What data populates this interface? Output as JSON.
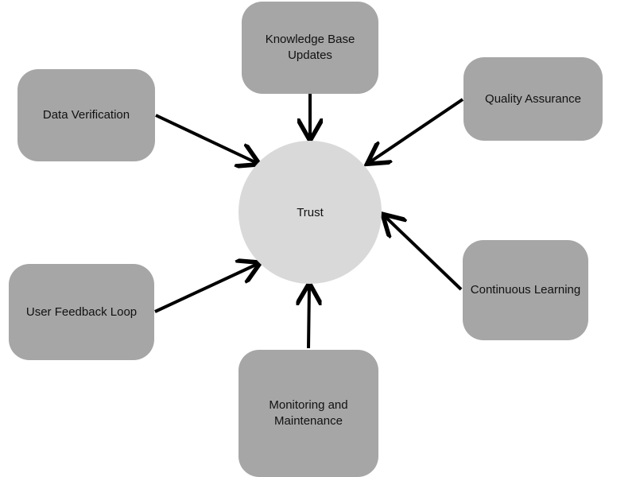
{
  "center": {
    "label": "Trust"
  },
  "nodes": {
    "knowledge": {
      "label": "Knowledge Base\nUpdates"
    },
    "verification": {
      "label": "Data Verification"
    },
    "quality": {
      "label": "Quality Assurance"
    },
    "feedback": {
      "label": "User Feedback Loop"
    },
    "learning": {
      "label": "Continuous Learning"
    },
    "monitoring": {
      "label": "Monitoring and\nMaintenance"
    }
  },
  "colors": {
    "node": "#a6a6a6",
    "center": "#d9d9d9",
    "arrow": "#000000"
  }
}
